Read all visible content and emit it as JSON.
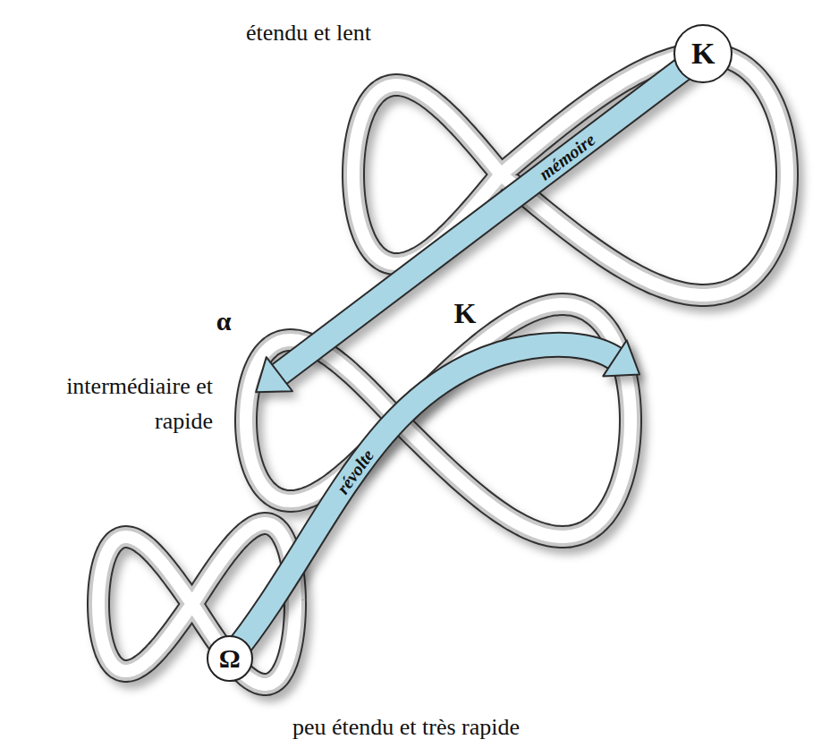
{
  "diagram": {
    "nodes": [
      {
        "text": [
          "K"
        ]
      },
      {
        "text": [
          "Ω"
        ]
      }
    ],
    "labels": [
      "étendu et lent",
      "mémoire",
      "α",
      "K",
      "intermédiaire et rapide",
      "révolte",
      "peu étendu et très rapide"
    ]
  }
}
